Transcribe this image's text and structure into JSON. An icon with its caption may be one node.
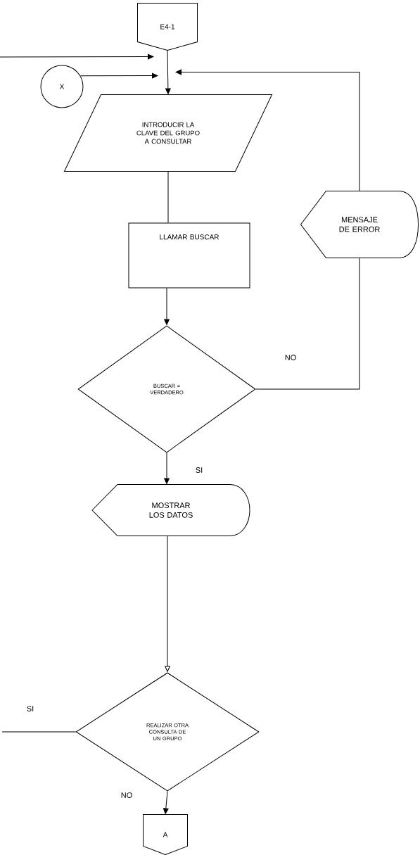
{
  "diagram": {
    "nodes": [
      {
        "text": [
          "E4-1"
        ]
      },
      {
        "text": [
          "X"
        ]
      },
      {
        "text": [
          "INTRODUCIR LA CLAVE DEL GRUPO A CONSULTAR"
        ]
      },
      {
        "text": [
          "LLAMAR BUSCAR"
        ]
      },
      {
        "text": [
          "BUSCAR = VERDADERO"
        ]
      },
      {
        "text": [
          "MENSAJE DE ERROR"
        ]
      },
      {
        "text": [
          "MOSTRAR LOS DATOS"
        ]
      },
      {
        "text": [
          "REALIZAR OTRA CONSULTA DE UN GRUPO"
        ]
      },
      {
        "text": [
          "A"
        ]
      }
    ],
    "edges": [
      {
        "from": 0,
        "to": 2,
        "arrow": "to"
      },
      {
        "from": null,
        "to": 2,
        "arrow": "to"
      },
      {
        "from": 1,
        "to": 2,
        "arrow": "to"
      },
      {
        "from": 5,
        "to": 2,
        "arrow": "to"
      },
      {
        "from": 2,
        "to": 3,
        "arrow": "none"
      },
      {
        "from": 3,
        "to": 4,
        "arrow": "to"
      },
      {
        "from": 4,
        "to": 5,
        "arrow": "none",
        "label": "NO"
      },
      {
        "from": 4,
        "to": 6,
        "arrow": "to",
        "label": "SI"
      },
      {
        "from": 6,
        "to": 7,
        "arrow": "to"
      },
      {
        "from": 7,
        "to": null,
        "arrow": "none",
        "label": "SI"
      },
      {
        "from": 7,
        "to": 8,
        "arrow": "to",
        "label": "NO"
      }
    ]
  }
}
